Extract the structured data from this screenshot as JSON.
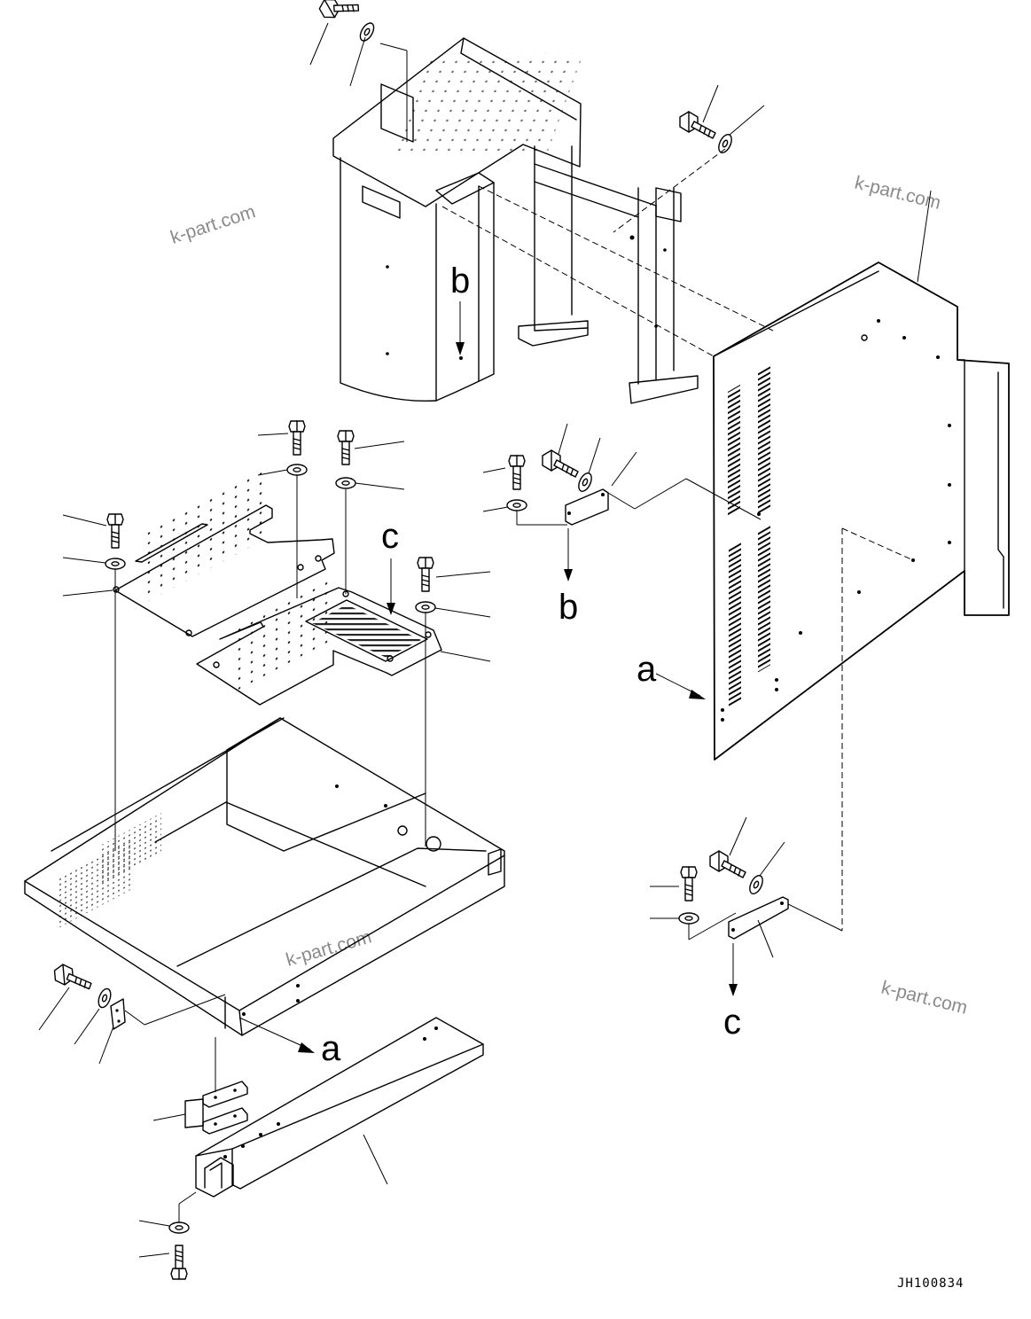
{
  "callouts": {
    "a_top": "a",
    "a_bottom": "a",
    "b_top": "b",
    "b_bottom": "b",
    "c_top": "c",
    "c_bottom": "c"
  },
  "watermarks": {
    "w1": "k-part.com",
    "w2": "k-part.com",
    "w3": "k-part.com",
    "w4": "k-part.com"
  },
  "drawing_code": "JH100834"
}
